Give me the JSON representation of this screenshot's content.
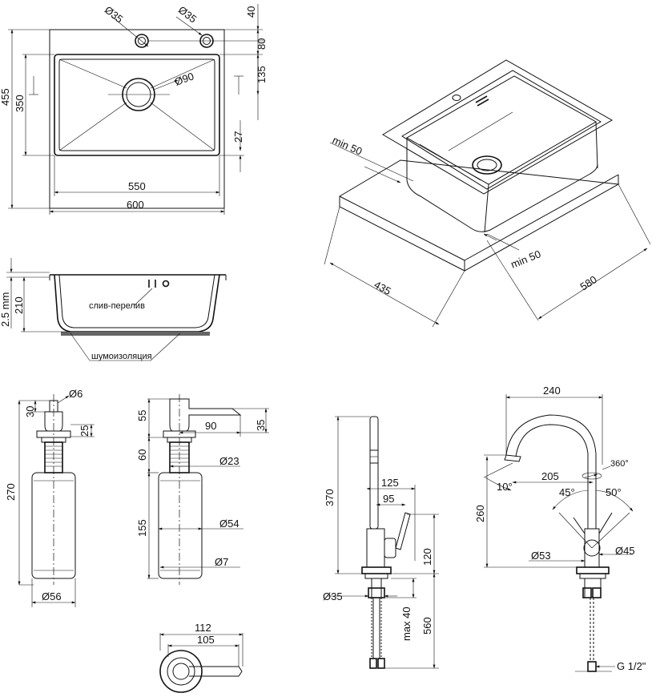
{
  "top_view": {
    "hole_left": "Ø35",
    "hole_right": "Ø35",
    "dim_40": "40",
    "dim_80": "80",
    "dim_135": "135",
    "dim_27": "27",
    "drain": "Ø90",
    "dim_455": "455",
    "dim_350": "350",
    "dim_550": "550",
    "dim_600": "600"
  },
  "iso_view": {
    "min_left": "min 50",
    "min_right": "min 50",
    "dim_435": "435",
    "dim_580": "580"
  },
  "section_view": {
    "thickness": "2.5 mm",
    "depth": "210",
    "overflow_label": "слив-перелив",
    "insulation_label": "шумоизоляция"
  },
  "dispenser_front": {
    "dia_top": "Ø6",
    "dim_30": "30",
    "dim_25": "25",
    "height": "270",
    "dia_bottom": "Ø56"
  },
  "dispenser_side": {
    "dim_55": "55",
    "dim_90": "90",
    "dim_35": "35",
    "dim_60": "60",
    "dia_thread": "Ø23",
    "dim_155": "155",
    "dia_body": "Ø54",
    "dia_hole": "Ø7"
  },
  "dispenser_top": {
    "dim_112": "112",
    "dim_105": "105"
  },
  "faucet_side": {
    "height": "370",
    "dim_125": "125",
    "dim_95": "95",
    "dim_120": "120",
    "dia_base": "Ø35",
    "max_depth": "max 40",
    "hose": "560"
  },
  "faucet_front": {
    "width": "240",
    "rotation": "360°",
    "reach": "205",
    "angle_10": "10°",
    "angle_45": "45°",
    "angle_50": "50°",
    "height": "260",
    "dia_53": "Ø53",
    "dia_45": "Ø45",
    "thread": "G 1/2\""
  }
}
